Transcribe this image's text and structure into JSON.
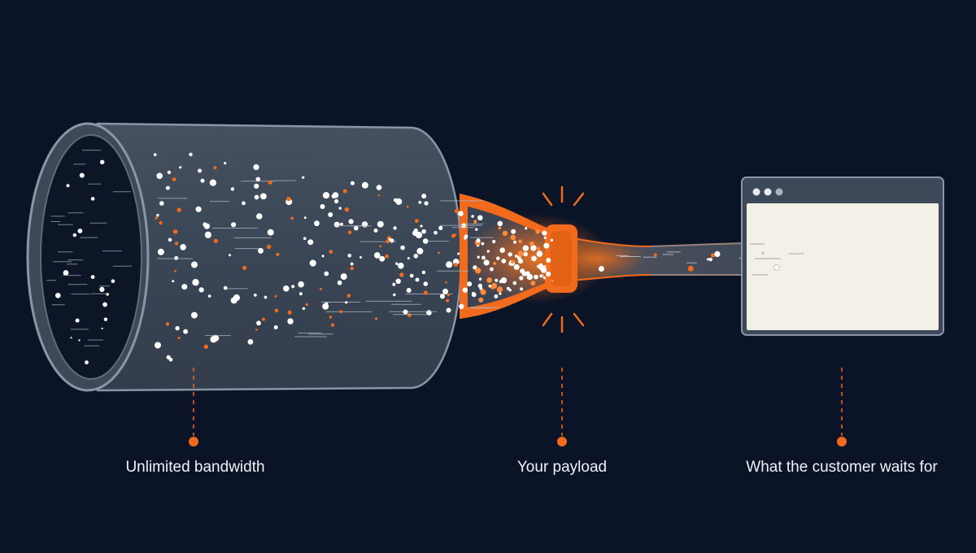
{
  "colors": {
    "background": "#0b1427",
    "pipe_body": "#3b4656",
    "pipe_rim": "#8a96a8",
    "accent": "#f26b1d",
    "particle": "#ffffff",
    "window_body": "#f3f0e8",
    "window_bar": "#3d4859"
  },
  "icons": [
    "large-pipe-icon",
    "funnel-icon",
    "collar-ring-icon",
    "small-pipe-icon",
    "browser-window-icon",
    "warning-spark-icon"
  ],
  "labels": [
    {
      "text": "Unlimited bandwidth"
    },
    {
      "text": "Your payload"
    },
    {
      "text": "What the customer waits for"
    }
  ]
}
